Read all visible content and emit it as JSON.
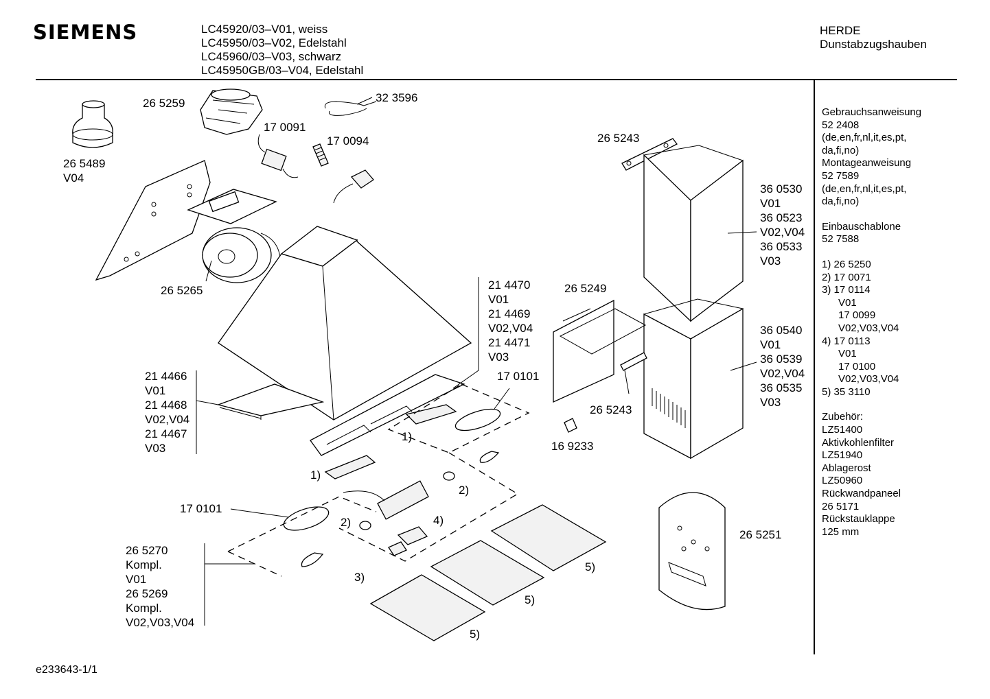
{
  "brand": "SIEMENS",
  "models": [
    "LC45920/03–V01, weiss",
    "LC45950/03–V02, Edelstahl",
    "LC45960/03–V03, schwarz",
    "LC45950GB/03–V04, Edelstahl"
  ],
  "category": {
    "line1": "HERDE",
    "line2": "Dunstabzugshauben"
  },
  "sidebar": {
    "docs": [
      "Gebrauchsanweisung",
      "52 2408",
      "(de,en,fr,nl,it,es,pt,",
      "da,fi,no)",
      "Montageanweisung",
      "52 7589",
      "(de,en,fr,nl,it,es,pt,",
      "da,fi,no)"
    ],
    "template": [
      "Einbauschablone",
      "52 7588"
    ],
    "footnotes": [
      {
        "text": "1)  26 5250",
        "indent": false
      },
      {
        "text": "2)  17 0071",
        "indent": false
      },
      {
        "text": "3)  17 0114",
        "indent": false
      },
      {
        "text": "V01",
        "indent": true
      },
      {
        "text": "17 0099",
        "indent": true
      },
      {
        "text": "V02,V03,V04",
        "indent": true
      },
      {
        "text": "4)  17 0113",
        "indent": false
      },
      {
        "text": "V01",
        "indent": true
      },
      {
        "text": "17 0100",
        "indent": true
      },
      {
        "text": "V02,V03,V04",
        "indent": true
      },
      {
        "text": "5)  35 3110",
        "indent": false
      }
    ],
    "accessories": [
      "Zubehör:",
      "LZ51400",
      "Aktivkohlenfilter",
      "LZ51940",
      "Ablagerost",
      "LZ50960",
      "Rückwandpaneel",
      "26 5171",
      "Rückstauklappe",
      "125 mm"
    ]
  },
  "labels": {
    "l265489": [
      "26 5489",
      "V04"
    ],
    "l265259": "26 5259",
    "l170091": "17 0091",
    "l323596": "32 3596",
    "l170094": "17 0094",
    "l265243a": "26 5243",
    "l360530": [
      "36 0530",
      "V01",
      "36 0523",
      "V02,V04",
      "36 0533",
      "V03"
    ],
    "l265265": "26 5265",
    "l214470": [
      "21 4470",
      "V01",
      "21 4469",
      "V02,V04",
      "21 4471",
      "V03"
    ],
    "l265249": "26 5249",
    "l360540": [
      "36 0540",
      "V01",
      "36 0539",
      "V02,V04",
      "36 0535",
      "V03"
    ],
    "l214466": [
      "21 4466",
      "V01",
      "21 4468",
      "V02,V04",
      "21 4467",
      "V03"
    ],
    "l170101a": "17 0101",
    "l265243b": "26 5243",
    "l169233": "16 9233",
    "fn1a": "1)",
    "fn1b": "1)",
    "fn2a": "2)",
    "fn2b": "2)",
    "fn4": "4)",
    "fn3": "3)",
    "fn5a": "5)",
    "fn5b": "5)",
    "fn5c": "5)",
    "l170101b": "17 0101",
    "l265251": "26 5251",
    "l265270": [
      "26 5270",
      "Kompl.",
      "V01",
      "26 5269",
      "Kompl.",
      "V02,V03,V04"
    ]
  },
  "footer": "e233643-1/1"
}
